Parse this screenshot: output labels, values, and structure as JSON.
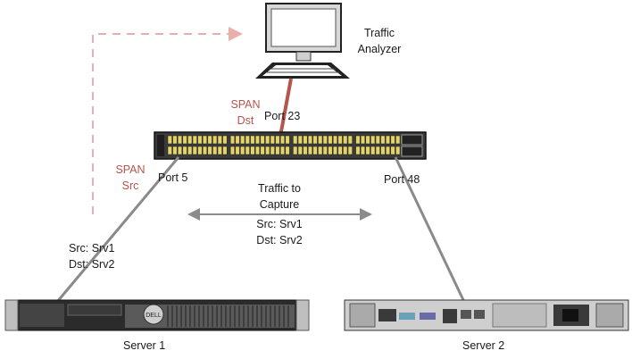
{
  "devices": {
    "analyzer": {
      "line1": "Traffic",
      "line2": "Analyzer"
    },
    "server1": {
      "label": "Server 1",
      "badge": "DELL"
    },
    "server2": {
      "label": "Server 2"
    }
  },
  "span": {
    "dst_line1": "SPAN",
    "dst_line2": "Dst",
    "src_line1": "SPAN",
    "src_line2": "Src"
  },
  "ports": {
    "p23": "Port 23",
    "p5": "Port 5",
    "p48": "Port 48"
  },
  "traffic": {
    "line1": "Traffic to",
    "line2": "Capture",
    "line3": "Src: Srv1",
    "line4": "Dst: Srv2"
  },
  "server1_flow": {
    "src": "Src: Srv1",
    "dst": "Dst: Srv2"
  },
  "colors": {
    "span_line": "#b5554c",
    "mirror_dashed": "#e8b0aa",
    "cable": "#888888",
    "arrow": "#8c8c8c",
    "port_yellow": "#e3d36a"
  },
  "icons": [
    "monitor-icon",
    "keyboard-icon",
    "switch-icon",
    "rack-server-icon"
  ]
}
